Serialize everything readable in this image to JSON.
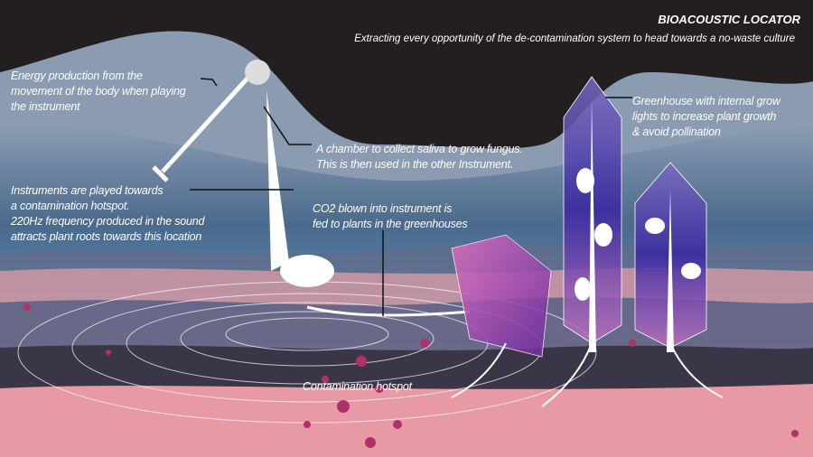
{
  "header": {
    "title": "BIOACOUSTIC LOCATOR",
    "subtitle": "Extracting every opportunity of the de-contamination system to head towards a no-waste culture"
  },
  "annotations": {
    "energy": "Energy production from the\nmovement of the body when playing\nthe instrument",
    "chamber": "A chamber to collect saliva to grow fungus.\nThis is then used in the other Instrument.",
    "instruments": "Instruments are played towards\na contamination hotspot.\n220Hz frequency produced in the sound\nattracts plant roots towards this location",
    "co2": "CO2 blown into instrument is\nfed to plants in the greenhouses",
    "greenhouse": "Greenhouse with internal grow\nlights to increase plant growth\n& avoid pollination",
    "hotspot": "Contamination hotspot"
  },
  "colors": {
    "sky": "#231f20",
    "hill_light": "#8a9bb0",
    "band_blue": "#3f5f80",
    "band_pink": "#e8a0a8",
    "contamination": "#b0306a",
    "greenhouse": "#5a3aa0"
  }
}
